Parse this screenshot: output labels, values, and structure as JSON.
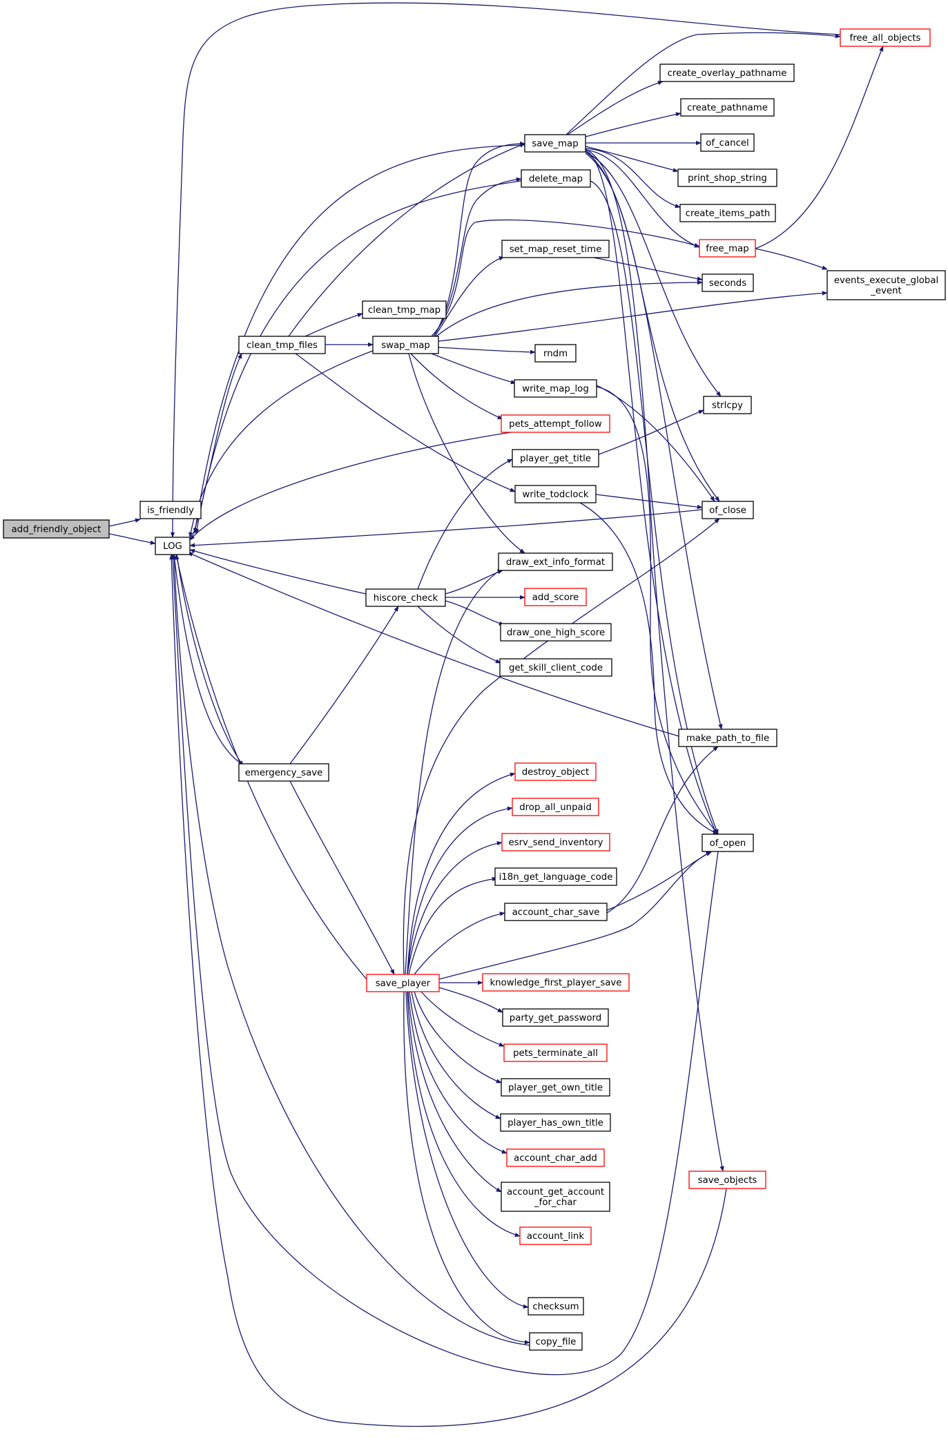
{
  "colors": {
    "edge": "#191970",
    "text": "#000000",
    "border_default": "#000000",
    "border_truncated": "#ff0000",
    "fill_root": "#bfbfbf",
    "fill_default": "#ffffff"
  },
  "nodes": [
    {
      "id": "add_friendly_object",
      "label": [
        "add_friendly_object"
      ],
      "style": "root"
    },
    {
      "id": "is_friendly",
      "label": [
        "is_friendly"
      ],
      "style": "normal"
    },
    {
      "id": "LOG",
      "label": [
        "LOG"
      ],
      "style": "normal"
    },
    {
      "id": "clean_tmp_files",
      "label": [
        "clean_tmp_files"
      ],
      "style": "normal"
    },
    {
      "id": "emergency_save",
      "label": [
        "emergency_save"
      ],
      "style": "normal"
    },
    {
      "id": "clean_tmp_map",
      "label": [
        "clean_tmp_map"
      ],
      "style": "normal"
    },
    {
      "id": "swap_map",
      "label": [
        "swap_map"
      ],
      "style": "normal"
    },
    {
      "id": "hiscore_check",
      "label": [
        "hiscore_check"
      ],
      "style": "normal"
    },
    {
      "id": "save_player",
      "label": [
        "save_player"
      ],
      "style": "truncated"
    },
    {
      "id": "save_map",
      "label": [
        "save_map"
      ],
      "style": "normal"
    },
    {
      "id": "delete_map",
      "label": [
        "delete_map"
      ],
      "style": "normal"
    },
    {
      "id": "set_map_reset_time",
      "label": [
        "set_map_reset_time"
      ],
      "style": "normal"
    },
    {
      "id": "rndm",
      "label": [
        "rndm"
      ],
      "style": "normal"
    },
    {
      "id": "write_map_log",
      "label": [
        "write_map_log"
      ],
      "style": "normal"
    },
    {
      "id": "pets_attempt_follow",
      "label": [
        "pets_attempt_follow"
      ],
      "style": "truncated"
    },
    {
      "id": "player_get_title",
      "label": [
        "player_get_title"
      ],
      "style": "normal"
    },
    {
      "id": "write_todclock",
      "label": [
        "write_todclock"
      ],
      "style": "normal"
    },
    {
      "id": "draw_ext_info_format",
      "label": [
        "draw_ext_info_format"
      ],
      "style": "normal"
    },
    {
      "id": "add_score",
      "label": [
        "add_score"
      ],
      "style": "truncated"
    },
    {
      "id": "draw_one_high_score",
      "label": [
        "draw_one_high_score"
      ],
      "style": "normal"
    },
    {
      "id": "get_skill_client_code",
      "label": [
        "get_skill_client_code"
      ],
      "style": "normal"
    },
    {
      "id": "destroy_object",
      "label": [
        "destroy_object"
      ],
      "style": "truncated"
    },
    {
      "id": "drop_all_unpaid",
      "label": [
        "drop_all_unpaid"
      ],
      "style": "truncated"
    },
    {
      "id": "esrv_send_inventory",
      "label": [
        "esrv_send_inventory"
      ],
      "style": "truncated"
    },
    {
      "id": "i18n_get_language_code",
      "label": [
        "i18n_get_language_code"
      ],
      "style": "normal"
    },
    {
      "id": "account_char_save",
      "label": [
        "account_char_save"
      ],
      "style": "normal"
    },
    {
      "id": "knowledge_first_player_save",
      "label": [
        "knowledge_first_player_save"
      ],
      "style": "truncated"
    },
    {
      "id": "party_get_password",
      "label": [
        "party_get_password"
      ],
      "style": "normal"
    },
    {
      "id": "pets_terminate_all",
      "label": [
        "pets_terminate_all"
      ],
      "style": "truncated"
    },
    {
      "id": "player_get_own_title",
      "label": [
        "player_get_own_title"
      ],
      "style": "normal"
    },
    {
      "id": "player_has_own_title",
      "label": [
        "player_has_own_title"
      ],
      "style": "normal"
    },
    {
      "id": "account_char_add",
      "label": [
        "account_char_add"
      ],
      "style": "truncated"
    },
    {
      "id": "account_get_account_for_char",
      "label": [
        "account_get_account",
        "_for_char"
      ],
      "style": "normal"
    },
    {
      "id": "account_link",
      "label": [
        "account_link"
      ],
      "style": "truncated"
    },
    {
      "id": "checksum",
      "label": [
        "checksum"
      ],
      "style": "normal"
    },
    {
      "id": "copy_file",
      "label": [
        "copy_file"
      ],
      "style": "normal"
    },
    {
      "id": "create_overlay_pathname",
      "label": [
        "create_overlay_pathname"
      ],
      "style": "normal"
    },
    {
      "id": "create_pathname",
      "label": [
        "create_pathname"
      ],
      "style": "normal"
    },
    {
      "id": "of_cancel",
      "label": [
        "of_cancel"
      ],
      "style": "normal"
    },
    {
      "id": "print_shop_string",
      "label": [
        "print_shop_string"
      ],
      "style": "normal"
    },
    {
      "id": "create_items_path",
      "label": [
        "create_items_path"
      ],
      "style": "normal"
    },
    {
      "id": "free_map",
      "label": [
        "free_map"
      ],
      "style": "truncated"
    },
    {
      "id": "seconds",
      "label": [
        "seconds"
      ],
      "style": "normal"
    },
    {
      "id": "strlcpy",
      "label": [
        "strlcpy"
      ],
      "style": "normal"
    },
    {
      "id": "of_close",
      "label": [
        "of_close"
      ],
      "style": "normal"
    },
    {
      "id": "make_path_to_file",
      "label": [
        "make_path_to_file"
      ],
      "style": "normal"
    },
    {
      "id": "of_open",
      "label": [
        "of_open"
      ],
      "style": "normal"
    },
    {
      "id": "save_objects",
      "label": [
        "save_objects"
      ],
      "style": "truncated"
    },
    {
      "id": "free_all_objects",
      "label": [
        "free_all_objects"
      ],
      "style": "truncated"
    },
    {
      "id": "events_execute_global_event",
      "label": [
        "events_execute_global",
        "_event"
      ],
      "style": "normal"
    }
  ],
  "edges": [
    [
      "add_friendly_object",
      "is_friendly"
    ],
    [
      "add_friendly_object",
      "LOG"
    ],
    [
      "LOG",
      "clean_tmp_files"
    ],
    [
      "LOG",
      "emergency_save"
    ],
    [
      "clean_tmp_files",
      "clean_tmp_map"
    ],
    [
      "clean_tmp_files",
      "swap_map"
    ],
    [
      "clean_tmp_files",
      "save_map"
    ],
    [
      "clean_tmp_files",
      "write_todclock"
    ],
    [
      "emergency_save",
      "hiscore_check"
    ],
    [
      "emergency_save",
      "save_player"
    ],
    [
      "emergency_save",
      "LOG"
    ],
    [
      "swap_map",
      "save_map"
    ],
    [
      "swap_map",
      "delete_map"
    ],
    [
      "swap_map",
      "free_map"
    ],
    [
      "swap_map",
      "set_map_reset_time"
    ],
    [
      "swap_map",
      "seconds"
    ],
    [
      "swap_map",
      "events_execute_global_event"
    ],
    [
      "swap_map",
      "rndm"
    ],
    [
      "swap_map",
      "write_map_log"
    ],
    [
      "swap_map",
      "pets_attempt_follow"
    ],
    [
      "swap_map",
      "draw_ext_info_format"
    ],
    [
      "swap_map",
      "LOG"
    ],
    [
      "save_map",
      "create_overlay_pathname"
    ],
    [
      "save_map",
      "create_pathname"
    ],
    [
      "save_map",
      "of_cancel"
    ],
    [
      "save_map",
      "print_shop_string"
    ],
    [
      "save_map",
      "create_items_path"
    ],
    [
      "save_map",
      "free_map"
    ],
    [
      "save_map",
      "strlcpy"
    ],
    [
      "save_map",
      "of_close"
    ],
    [
      "save_map",
      "make_path_to_file"
    ],
    [
      "save_map",
      "of_open"
    ],
    [
      "save_map",
      "save_objects"
    ],
    [
      "save_map",
      "free_all_objects"
    ],
    [
      "save_map",
      "LOG"
    ],
    [
      "delete_map",
      "of_open"
    ],
    [
      "delete_map",
      "LOG"
    ],
    [
      "set_map_reset_time",
      "seconds"
    ],
    [
      "write_map_log",
      "of_close"
    ],
    [
      "write_map_log",
      "of_open"
    ],
    [
      "pets_attempt_follow",
      "LOG"
    ],
    [
      "player_get_title",
      "strlcpy"
    ],
    [
      "write_todclock",
      "of_close"
    ],
    [
      "write_todclock",
      "of_open"
    ],
    [
      "hiscore_check",
      "draw_ext_info_format"
    ],
    [
      "hiscore_check",
      "add_score"
    ],
    [
      "hiscore_check",
      "draw_one_high_score"
    ],
    [
      "hiscore_check",
      "get_skill_client_code"
    ],
    [
      "hiscore_check",
      "player_get_title"
    ],
    [
      "hiscore_check",
      "LOG"
    ],
    [
      "save_player",
      "draw_ext_info_format"
    ],
    [
      "save_player",
      "destroy_object"
    ],
    [
      "save_player",
      "drop_all_unpaid"
    ],
    [
      "save_player",
      "esrv_send_inventory"
    ],
    [
      "save_player",
      "i18n_get_language_code"
    ],
    [
      "save_player",
      "account_char_save"
    ],
    [
      "save_player",
      "knowledge_first_player_save"
    ],
    [
      "save_player",
      "party_get_password"
    ],
    [
      "save_player",
      "pets_terminate_all"
    ],
    [
      "save_player",
      "player_get_own_title"
    ],
    [
      "save_player",
      "player_has_own_title"
    ],
    [
      "save_player",
      "account_char_add"
    ],
    [
      "save_player",
      "account_get_account_for_char"
    ],
    [
      "save_player",
      "account_link"
    ],
    [
      "save_player",
      "checksum"
    ],
    [
      "save_player",
      "copy_file"
    ],
    [
      "save_player",
      "of_close"
    ],
    [
      "save_player",
      "of_open"
    ],
    [
      "save_player",
      "LOG"
    ],
    [
      "account_char_save",
      "of_open"
    ],
    [
      "account_char_save",
      "make_path_to_file"
    ],
    [
      "free_map",
      "free_all_objects"
    ],
    [
      "free_map",
      "events_execute_global_event"
    ],
    [
      "of_close",
      "LOG"
    ],
    [
      "make_path_to_file",
      "LOG"
    ],
    [
      "copy_file",
      "LOG"
    ],
    [
      "of_open",
      "LOG"
    ],
    [
      "save_objects",
      "LOG"
    ],
    [
      "free_all_objects",
      "LOG"
    ]
  ]
}
